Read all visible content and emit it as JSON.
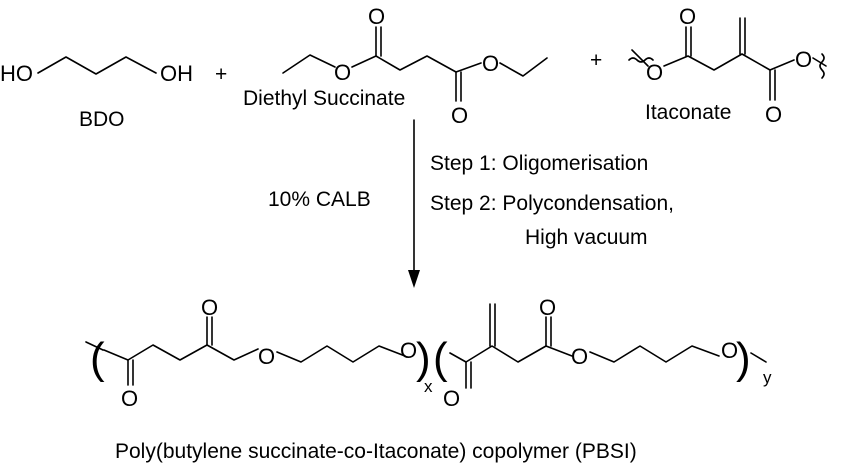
{
  "reactants": {
    "bdo": {
      "name": "BDO",
      "left_group": "HO",
      "right_group": "OH"
    },
    "plus_1": "+",
    "diethyl_succinate": {
      "name": "Diethyl Succinate",
      "atom_o_ester_left": "O",
      "atom_o_carbonyl_left": "O",
      "atom_o_ester_right": "O",
      "atom_o_carbonyl_right": "O"
    },
    "plus_2": "+",
    "itaconate": {
      "name": "Itaconate",
      "atom_o_ester_left": "O",
      "atom_o_carbonyl_left": "O",
      "atom_o_ester_right": "O",
      "atom_o_carbonyl_right": "O"
    }
  },
  "conditions": {
    "catalyst": "10% CALB",
    "step_1": "Step 1: Oligomerisation",
    "step_2": "Step 2: Polycondensation,",
    "step_2_cont": "High vacuum"
  },
  "product": {
    "name": "Poly(butylene succinate-co-Itaconate) copolymer (PBSI)",
    "subscript_x": "x",
    "subscript_y": "y",
    "atom_o": "O",
    "open_paren": "(",
    "close_paren": ")"
  }
}
